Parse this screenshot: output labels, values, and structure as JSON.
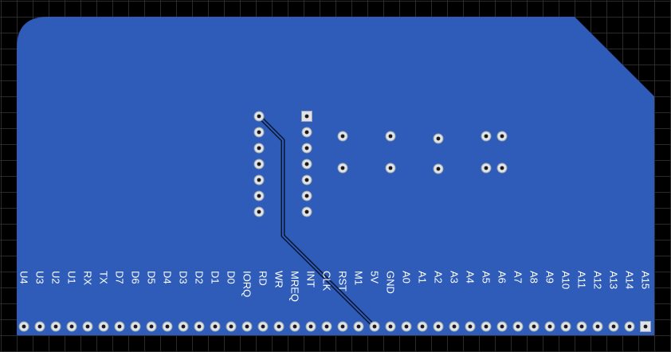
{
  "board": {
    "fill_color": "#2e5cb8",
    "trace_color": "#0a1630"
  },
  "header_pins": [
    "U4",
    "U3",
    "U2",
    "U1",
    "RX",
    "TX",
    "D7",
    "D6",
    "D5",
    "D4",
    "D3",
    "D2",
    "D1",
    "D0",
    "IORQ",
    "RD",
    "WR",
    "MREQ",
    "INT",
    "CLK",
    "RST",
    "M1",
    "5V",
    "GND",
    "A0",
    "A1",
    "A2",
    "A3",
    "A4",
    "A5",
    "A6",
    "A7",
    "A8",
    "A9",
    "A10",
    "A11",
    "A12",
    "A13",
    "A14",
    "A15"
  ]
}
